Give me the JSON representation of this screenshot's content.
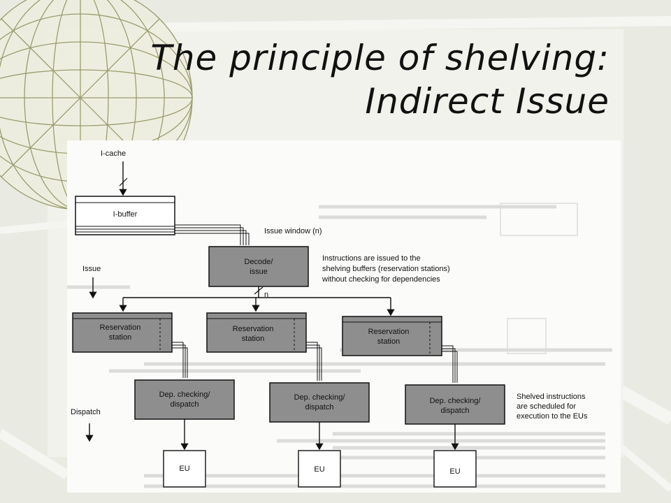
{
  "slide": {
    "title_line1": "The principle of shelving:",
    "title_line2": "Indirect Issue"
  },
  "colors": {
    "background": "#e9ebe2",
    "box_fill": "#8e8e8e",
    "figure_paper": "#fbfbfa",
    "text": "#111111"
  },
  "diagram": {
    "icache_label": "I-cache",
    "ibuffer_label": "I-buffer",
    "issue_window_label": "Issue window (n)",
    "issue_stage_label": "Issue",
    "decode_line1": "Decode/",
    "decode_line2": "issue",
    "decode_note_line1": "Instructions are issued to the",
    "decode_note_line2": "shelving buffers (reservation stations)",
    "decode_note_line3": "without checking for dependencies",
    "n_label": "n",
    "rs_line1": "Reservation",
    "rs_line2": "station",
    "dep_line1": "Dep. checking/",
    "dep_line2": "dispatch",
    "dispatch_stage_label": "Dispatch",
    "dispatch_note_line1": "Shelved instructions",
    "dispatch_note_line2": "are scheduled for",
    "dispatch_note_line3": "execution to the EUs",
    "eu_label": "EU"
  }
}
